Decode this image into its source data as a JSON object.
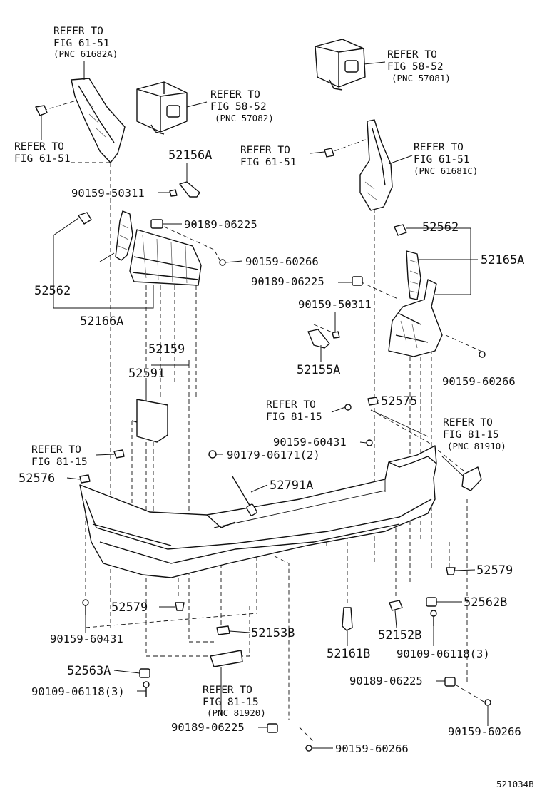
{
  "figure_code": "521034B",
  "refs": {
    "fig61_51_top_left": {
      "l1": "REFER TO",
      "l2": "FIG 61-51",
      "l3": "(PNC 61682A)"
    },
    "fig61_51_left": {
      "l1": "REFER TO",
      "l2": "FIG 61-51"
    },
    "fig58_52_left": {
      "l1": "REFER TO",
      "l2": "FIG 58-52",
      "l3": "(PNC 57082)"
    },
    "fig58_52_right": {
      "l1": "REFER TO",
      "l2": "FIG 58-52",
      "l3": "(PNC 57081)"
    },
    "fig61_51_mid": {
      "l1": "REFER TO",
      "l2": "FIG 61-51"
    },
    "fig61_51_right": {
      "l1": "REFER TO",
      "l2": "FIG 61-51",
      "l3": "(PNC 61681C)"
    },
    "fig81_15_mid": {
      "l1": "REFER TO",
      "l2": "FIG 81-15"
    },
    "fig81_15_right": {
      "l1": "REFER TO",
      "l2": "FIG 81-15",
      "l3": "(PNC 81910)"
    },
    "fig81_15_left": {
      "l1": "REFER TO",
      "l2": "FIG 81-15"
    },
    "fig81_15_bottom": {
      "l1": "REFER TO",
      "l2": "FIG 81-15",
      "l3": "(PNC 81920)"
    }
  },
  "parts": {
    "p52156A": "52156A",
    "p90159_50311_a": "90159-50311",
    "p90189_06225_a": "90189-06225",
    "p90159_60266_a": "90159-60266",
    "p52562_left": "52562",
    "p52166A": "52166A",
    "p52562_right": "52562",
    "p52165A": "52165A",
    "p90189_06225_b": "90189-06225",
    "p90159_50311_b": "90159-50311",
    "p52155A": "52155A",
    "p90159_60266_b": "90159-60266",
    "p52159": "52159",
    "p52591": "52591",
    "p52575": "52575",
    "p90159_60431_a": "90159-60431",
    "p90179_06171": "90179-06171(2)",
    "p52576": "52576",
    "p52791A": "52791A",
    "p52579_right": "52579",
    "p52579_left": "52579",
    "p52562B": "52562B",
    "p90159_60431_b": "90159-60431",
    "p52153B": "52153B",
    "p52161B": "52161B",
    "p52152B": "52152B",
    "p90109_06118_a": "90109-06118(3)",
    "p52563A": "52563A",
    "p90109_06118_b": "90109-06118(3)",
    "p90189_06225_c": "90189-06225",
    "p90189_06225_d": "90189-06225",
    "p90159_60266_c": "90159-60266",
    "p90159_60266_d": "90159-60266"
  }
}
